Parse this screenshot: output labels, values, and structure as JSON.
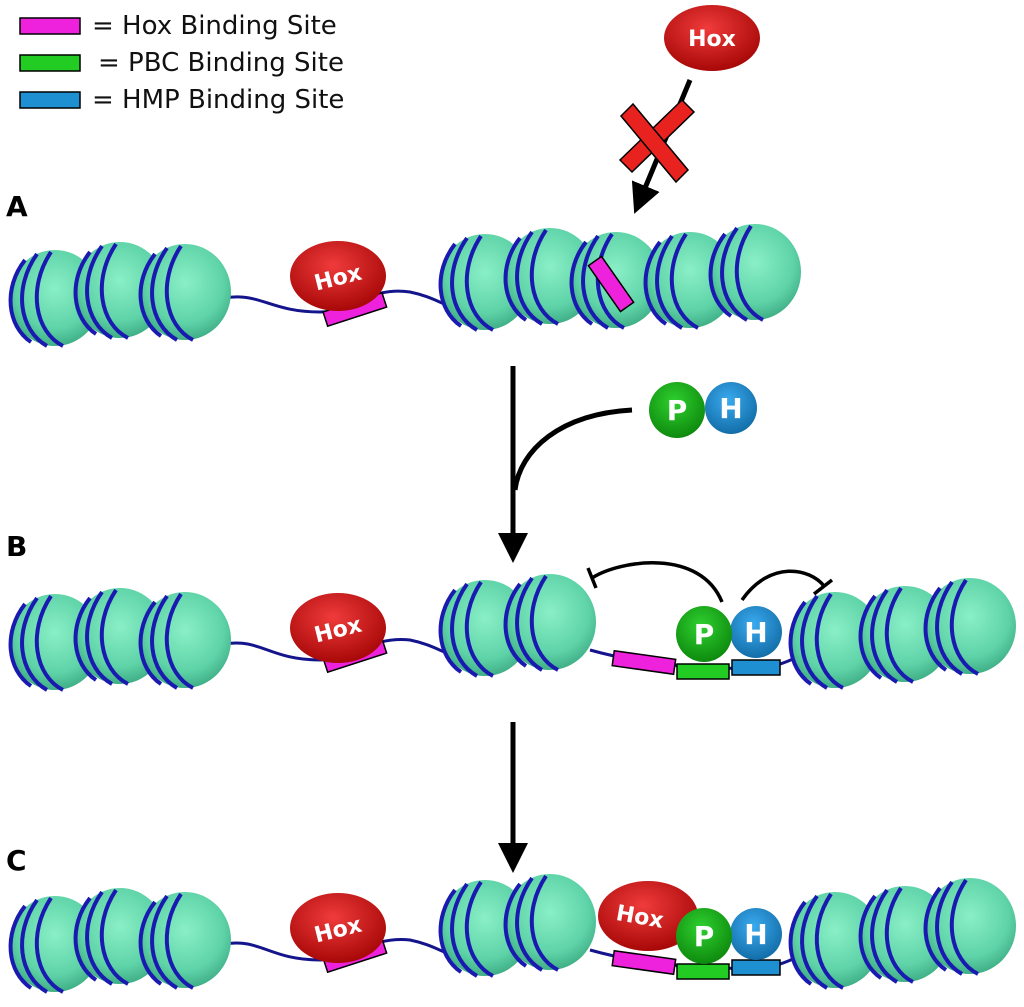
{
  "legend": {
    "items": [
      {
        "label": "= Hox Binding Site",
        "color": "#ee22dd"
      },
      {
        "label": "= PBC Binding Site",
        "color": "#22cc22"
      },
      {
        "label": "= HMP Binding Site",
        "color": "#1e8fd0"
      }
    ]
  },
  "panels": {
    "a": "A",
    "b": "B",
    "c": "C"
  },
  "proteins": {
    "hox": "Hox",
    "pbc": "P",
    "hmp": "H"
  },
  "colors": {
    "hox_site": "#ee22dd",
    "pbc_site": "#22cc22",
    "hmp_site": "#1e8fd0",
    "hox_protein": "#cc1111",
    "pbc_protein": "#16a016",
    "hmp_protein": "#1b86c9",
    "nucleosome": "#5fd3a8",
    "dna": "#14148c",
    "blocked_x": "#e8231f"
  }
}
